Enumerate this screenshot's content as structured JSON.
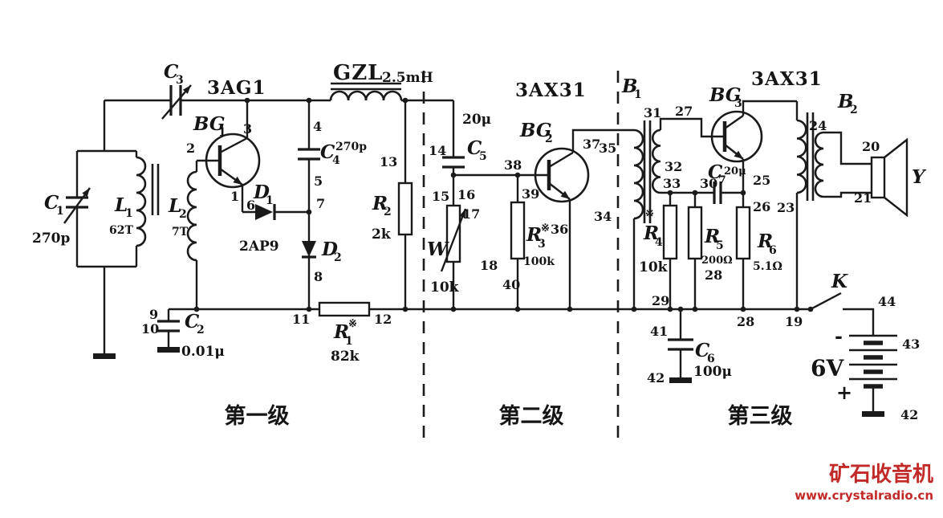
{
  "stages": {
    "s1": "第一级",
    "s2": "第二级",
    "s3": "第三级"
  },
  "watermark": {
    "title": "矿石收音机",
    "url": "www.crystalradio.cn"
  },
  "components": {
    "c1": {
      "label": "C",
      "sub": "1",
      "value": "270p"
    },
    "c2": {
      "label": "C",
      "sub": "2",
      "value": "0.01μ"
    },
    "c3": {
      "label": "C",
      "sub": "3"
    },
    "c4": {
      "label": "C",
      "sub": "4",
      "value": "270p"
    },
    "c5": {
      "label": "C",
      "sub": "5",
      "value": "20μ"
    },
    "c6": {
      "label": "C",
      "sub": "6",
      "value": "100μ"
    },
    "c7": {
      "label": "C",
      "sub": "7",
      "value": "20μ"
    },
    "l1": {
      "label": "L",
      "sub": "1",
      "value": "62T"
    },
    "l2": {
      "label": "L",
      "sub": "2",
      "value": "7T"
    },
    "gzl": {
      "label": "GZL",
      "value": "2.5mH"
    },
    "bg1": {
      "label": "BG",
      "sub": "1",
      "type": "3AG1"
    },
    "bg2": {
      "label": "BG",
      "sub": "2",
      "type": "3AX31"
    },
    "bg3": {
      "label": "BG",
      "sub": "3",
      "type": "3AX31"
    },
    "d1": {
      "label": "D",
      "sub": "1",
      "value": "2AP9"
    },
    "d2": {
      "label": "D",
      "sub": "2"
    },
    "r1": {
      "label": "R",
      "sub": "1",
      "star": "※",
      "value": "82k"
    },
    "r2": {
      "label": "R",
      "sub": "2",
      "value": "2k"
    },
    "r3": {
      "label": "R",
      "sub": "3",
      "star": "※",
      "value": "100k"
    },
    "r4": {
      "label": "R",
      "sub": "4",
      "star": "※",
      "value": "10k"
    },
    "r5": {
      "label": "R",
      "sub": "5",
      "value": "200Ω"
    },
    "r6": {
      "label": "R",
      "sub": "6",
      "value": "5.1Ω"
    },
    "w": {
      "label": "W",
      "value": "10k"
    },
    "b1": {
      "label": "B",
      "sub": "1"
    },
    "b2": {
      "label": "B",
      "sub": "2"
    },
    "k": {
      "label": "K"
    },
    "battery": {
      "label": "6V",
      "minus": "-",
      "plus": "+"
    },
    "y": {
      "label": "Y"
    }
  },
  "nodes": {
    "n1": "1",
    "n2": "2",
    "n3": "3",
    "n4": "4",
    "n5": "5",
    "n6": "6",
    "n7": "7",
    "n8": "8",
    "n9": "9",
    "n10": "10",
    "n11": "11",
    "n12": "12",
    "n13": "13",
    "n14": "14",
    "n15": "15",
    "n16": "16",
    "n17": "17",
    "n18": "18",
    "n19": "19",
    "n20": "20",
    "n21": "21",
    "n23": "23",
    "n24": "24",
    "n25": "25",
    "n26": "26",
    "n27": "27",
    "n28a": "28",
    "n28b": "28",
    "n29": "29",
    "n30": "30",
    "n31": "31",
    "n32": "32",
    "n33": "33",
    "n34": "34",
    "n35": "35",
    "n36": "36",
    "n37": "37",
    "n38": "38",
    "n39": "39",
    "n40": "40",
    "n41": "41",
    "n42a": "42",
    "n42b": "42",
    "n43": "43",
    "n44": "44"
  }
}
